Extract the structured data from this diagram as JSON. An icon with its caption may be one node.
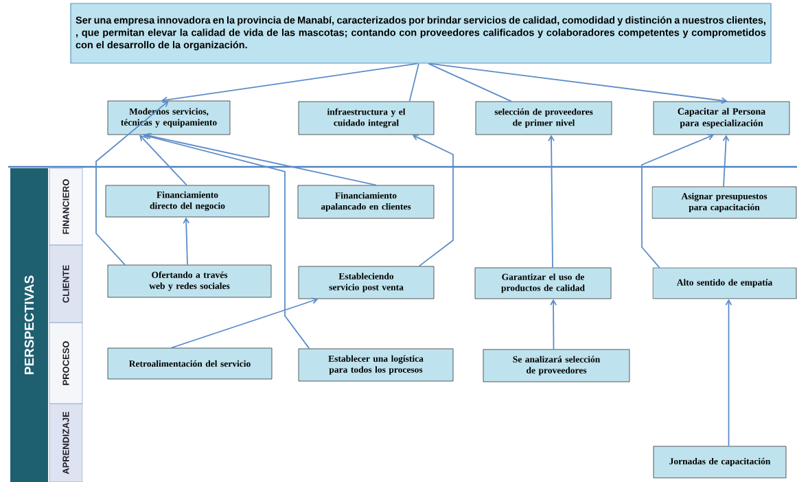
{
  "diagram": {
    "nodes": [
      {
        "text": [
          "Ser una empresa  innovadora en la provincia de Manabí,  caracterizados por brindar servicios de calidad, comodidad y distinción a nuestros clientes,  , que permitan elevar la calidad de vida de las mascotas; contando con proveedores calificados y colaboradores competentes y comprometidos con el desarrollo de la organización."
        ]
      },
      {
        "text": [
          "Modernos servicios, técnicas y equipamiento"
        ]
      },
      {
        "text": [
          "infraestructura y el cuidado integral"
        ]
      },
      {
        "text": [
          "selección de proveedores de primer nivel"
        ]
      },
      {
        "text": [
          "Capacitar al Persona para especialización"
        ]
      },
      {
        "text": [
          "PERSPECTIVAS"
        ]
      },
      {
        "text": [
          "FINANCIERO"
        ]
      },
      {
        "text": [
          "CLIENTE"
        ]
      },
      {
        "text": [
          "PROCESO"
        ]
      },
      {
        "text": [
          "APRENDIZAJE"
        ]
      },
      {
        "text": [
          "Financiamiento directo del negocio"
        ]
      },
      {
        "text": [
          "Financiamiento apalancado en  clientes"
        ]
      },
      {
        "text": [
          "Asignar presupuestos para capacitación"
        ]
      },
      {
        "text": [
          "Ofertando a través web y redes sociales"
        ]
      },
      {
        "text": [
          "Estableciendo servicio post venta"
        ]
      },
      {
        "text": [
          "Garantizar el uso de productos de calidad"
        ]
      },
      {
        "text": [
          "Alto sentido de empatía"
        ]
      },
      {
        "text": [
          "Retroalimentación del servicio"
        ]
      },
      {
        "text": [
          "Establecer una logística para todos los procesos"
        ]
      },
      {
        "text": [
          "Se analizará selección de proveedores"
        ]
      },
      {
        "text": [
          "Jornadas de capacitación"
        ]
      }
    ],
    "edges": [
      {
        "from": 0,
        "to": 1,
        "arrow": "to"
      },
      {
        "from": 0,
        "to": 2,
        "arrow": "none"
      },
      {
        "from": 0,
        "to": 3,
        "arrow": "none"
      },
      {
        "from": 0,
        "to": 4,
        "arrow": "to"
      },
      {
        "from": 13,
        "to": 1,
        "arrow": "to"
      },
      {
        "from": 10,
        "to": 1,
        "arrow": "to"
      },
      {
        "from": 11,
        "to": 1,
        "arrow": "to"
      },
      {
        "from": 18,
        "to": 1,
        "arrow": "to"
      },
      {
        "from": 13,
        "to": 10,
        "arrow": "to"
      },
      {
        "from": 14,
        "to": 2,
        "arrow": "to"
      },
      {
        "from": 17,
        "to": 14,
        "arrow": "to"
      },
      {
        "from": 15,
        "to": 3,
        "arrow": "to"
      },
      {
        "from": 19,
        "to": 15,
        "arrow": "to"
      },
      {
        "from": 16,
        "to": 4,
        "arrow": "to"
      },
      {
        "from": 12,
        "to": 4,
        "arrow": "to"
      },
      {
        "from": 20,
        "to": 16,
        "arrow": "to"
      }
    ]
  }
}
